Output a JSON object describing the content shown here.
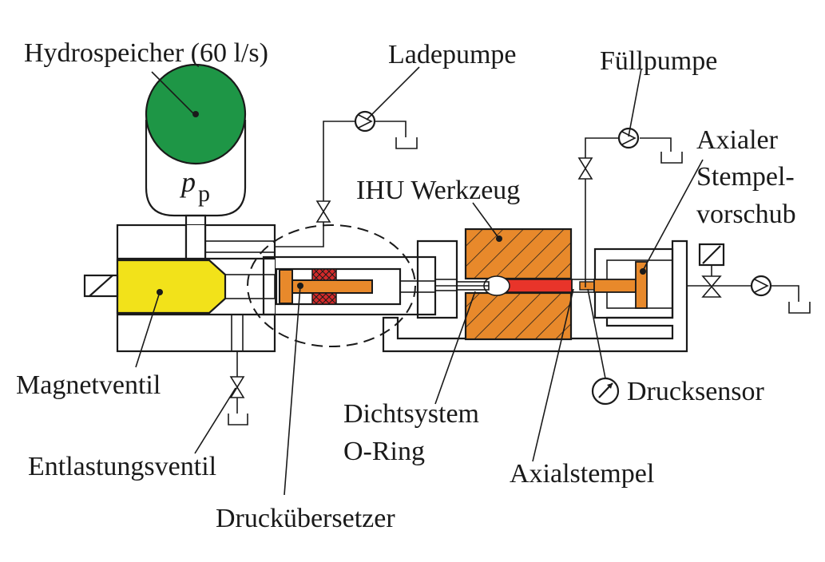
{
  "labels": {
    "hydrospeicher": "Hydrospeicher (60 l/s)",
    "ladepumpe": "Ladepumpe",
    "fuellpumpe": "Füllpumpe",
    "axialer_line1": "Axialer",
    "axialer_line2": "Stempel-",
    "axialer_line3": "vorschub",
    "ihu_werkzeug": "IHU Werkzeug",
    "magnetventil": "Magnetventil",
    "entlastungsventil": "Entlastungsventil",
    "druckuebersetzer": "Druckübersetzer",
    "dichtsystem_line1": "Dichtsystem",
    "dichtsystem_line2": "O-Ring",
    "axialstempel": "Axialstempel",
    "drucksensor": "Drucksensor",
    "pressure_symbol": "p",
    "pressure_subscript": "p"
  },
  "colors": {
    "accumulator": "#1e9646",
    "magnet_valve": "#f2e21a",
    "tool": "#e8892b",
    "workpiece": "#e8342a",
    "seal": "#d42a2a",
    "line": "#1a1a1a"
  },
  "icons": [
    "pump-icon",
    "valve-icon",
    "tank-icon",
    "gauge-icon"
  ]
}
